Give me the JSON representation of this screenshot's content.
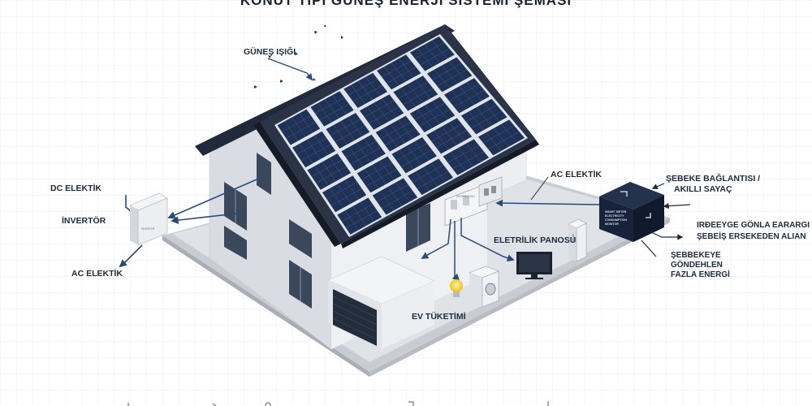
{
  "title": "KONUT TİPİ GÜNEŞ ENERJİ SİSTEMİ ŞEMASI",
  "labels": {
    "sunlight": "GÜNEŞ IŞIĞI",
    "dc_current": "DC ELEKTİK",
    "inverter": "İNVERTÖR",
    "ac_current_left": "AC ELEKTİK",
    "ac_current_right": "AC ELEKTİK",
    "electric_panel": "ELETRİLİK PANOSU",
    "home_consumption": "EV TÜKETİMİ",
    "grid_connection_1": "ŞEBEKE BAĞLANTISI /",
    "grid_connection_2": "AKILLI SAYAÇ",
    "grid_import_1": "IRĐEEYGE GÖNLA EARARGI",
    "grid_import_2": "ŞEBEİŞ ERSEKEDEN ALIAN",
    "grid_export_1": "ŞEBBEKEYE",
    "grid_export_2": "GÖNDEHLEN",
    "grid_export_3": "FAZLA ENERGİ"
  },
  "device_text": {
    "inverter_plate": "INVERTER",
    "panel_plate": "DISTRIBUTION",
    "meter_line1": "SMART METER",
    "meter_line2": "ELECTRICITY",
    "meter_line3": "CONSUMPTION",
    "meter_line4": "MONITOR"
  },
  "colors": {
    "background": "#ffffff",
    "grid_line": "#e3e8ef",
    "solar_panel": "#1f3256",
    "solar_cell_line": "#4a6a9a",
    "roof_dark": "#202a3a",
    "wall_front": "#d9dde3",
    "wall_side": "#eceef2",
    "ground_slab": "#c9cdd3",
    "arrow": "#2b4a78",
    "meter_box": "#16233a",
    "label_text": "#1e2a3a"
  }
}
